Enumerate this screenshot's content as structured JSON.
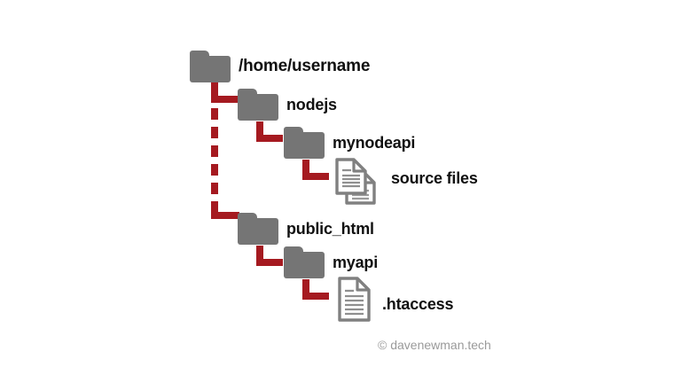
{
  "diagram": {
    "title": "Directory structure tree",
    "background_color": "#ffffff",
    "folder_color": "#757575",
    "connector_color": "#A51A20",
    "text_color": "#111111",
    "footer_color": "#9a9a9a"
  },
  "nodes": [
    {
      "id": "home",
      "label": "/home/username",
      "icon": "folder-icon",
      "depth": 0,
      "type": "folder"
    },
    {
      "id": "nodejs",
      "label": "nodejs",
      "icon": "folder-icon",
      "depth": 1,
      "type": "folder"
    },
    {
      "id": "mynodeapi",
      "label": "mynodeapi",
      "icon": "folder-icon",
      "depth": 2,
      "type": "folder"
    },
    {
      "id": "source-files",
      "label": "source files",
      "icon": "multi-document-icon",
      "depth": 3,
      "type": "files"
    },
    {
      "id": "public_html",
      "label": "public_html",
      "icon": "folder-icon",
      "depth": 1,
      "type": "folder"
    },
    {
      "id": "myapi",
      "label": "myapi",
      "icon": "folder-icon",
      "depth": 2,
      "type": "folder"
    },
    {
      "id": "htaccess",
      "label": ".htaccess",
      "icon": "document-icon",
      "depth": 3,
      "type": "file"
    }
  ],
  "connectors": [
    {
      "id": "home-to-nodejs",
      "style": "solid-elbow"
    },
    {
      "id": "nodejs-to-mynodeapi",
      "style": "solid-elbow"
    },
    {
      "id": "mynodeapi-to-source-files",
      "style": "solid-elbow"
    },
    {
      "id": "home-to-public-html",
      "style": "dashed-elbow"
    },
    {
      "id": "public-html-to-myapi",
      "style": "solid-elbow"
    },
    {
      "id": "myapi-to-htaccess",
      "style": "solid-elbow"
    }
  ],
  "footer": {
    "credit": "© davenewman.tech"
  }
}
